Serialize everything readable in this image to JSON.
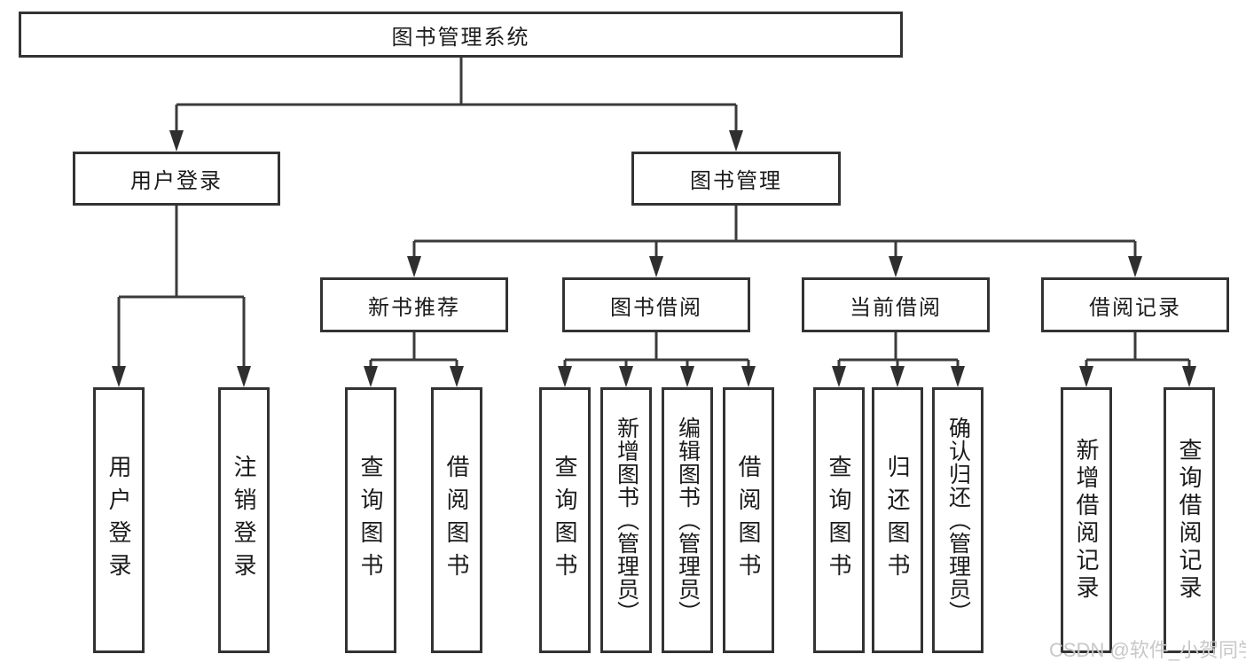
{
  "diagram": {
    "title": "图书管理系统",
    "type": "hierarchy",
    "colors": {
      "line": "#3b3b3b",
      "border": "#333333",
      "text": "#1b1b1b",
      "background": "#ffffff",
      "watermark": "#c9c7c7"
    },
    "tree": {
      "root": {
        "label": "图书管理系统"
      },
      "branches": [
        {
          "label": "用户登录",
          "children": [
            {
              "label": "用户登录"
            },
            {
              "label": "注销登录"
            }
          ]
        },
        {
          "label": "图书管理",
          "children": [
            {
              "label": "新书推荐",
              "children": [
                {
                  "label": "查询图书"
                },
                {
                  "label": "借阅图书"
                }
              ]
            },
            {
              "label": "图书借阅",
              "children": [
                {
                  "label": "查询图书"
                },
                {
                  "label": "新增图书（管理员）"
                },
                {
                  "label": "编辑图书（管理员）"
                },
                {
                  "label": "借阅图书"
                }
              ]
            },
            {
              "label": "当前借阅",
              "children": [
                {
                  "label": "查询图书"
                },
                {
                  "label": "归还图书"
                },
                {
                  "label": "确认归还（管理员）"
                }
              ]
            },
            {
              "label": "借阅记录",
              "children": [
                {
                  "label": "新增借阅记录"
                },
                {
                  "label": "查询借阅记录"
                }
              ]
            }
          ]
        }
      ]
    },
    "watermark": "CSDN @软件_小贺同学"
  }
}
